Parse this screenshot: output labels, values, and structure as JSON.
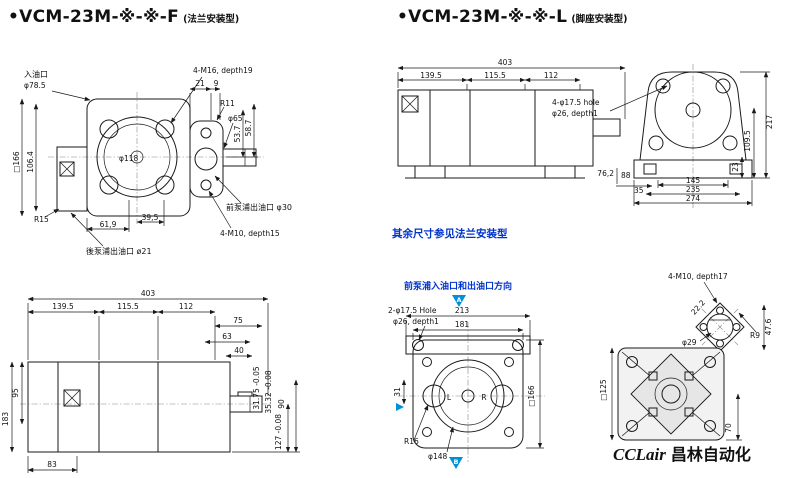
{
  "header": {
    "flange": {
      "title": "•VCM-23M-※-※-F",
      "subtitle": "(法兰安装型)"
    },
    "foot": {
      "title": "•VCM-23M-※-※-L",
      "subtitle": "(脚座安装型)"
    }
  },
  "notes": {
    "foot_ref": "其余尺寸参见法兰安装型",
    "port_dir": "前泵浦入油口和出油口方向"
  },
  "logo": {
    "latin": "CCLair",
    "cjk": "昌林自动化"
  },
  "colors": {
    "line": "#1a1a1a",
    "blue_text": "#0033cc",
    "marker_blue": "#0090d8"
  },
  "d1": {
    "inlet": "入油口",
    "inlet_dia": "φ78.5",
    "bolts_top": "4-M16, depth19",
    "dim21": "21",
    "dim9": "9",
    "r11": "R11",
    "dia65": "φ65",
    "dim537": "53.7",
    "dim587": "58.7",
    "dia118": "φ118",
    "sq166": "□166",
    "dim1064": "106.4",
    "r15": "R15",
    "dim619": "61,9",
    "dim395": "39,5",
    "front_outlet": "前泵浦出油口 φ30",
    "bolts_bottom": "4-M10, depth15",
    "rear_outlet": "後泵浦出油口 ø21"
  },
  "d2": {
    "dim403": "403",
    "dim1395": "139.5",
    "dim1155": "115.5",
    "dim112": "112",
    "holes": "4-φ17.5 hole",
    "holes2": "φ26, depth1",
    "dim217": "217",
    "dim1095": "109.5",
    "dim23": "23",
    "dim145": "145",
    "dim235": "235",
    "dim274": "274",
    "dim762": "76,2",
    "dim88": "88",
    "dim35": "35"
  },
  "d3": {
    "dim403": "403",
    "dim1395": "139.5",
    "dim1155": "115.5",
    "dim112": "112",
    "dim75": "75",
    "dim63": "63",
    "dim40": "40",
    "dim3175": "31.75 -0.05",
    "dim3532": "35.32 -0.08",
    "dim90": "90",
    "dim127": "127 -0.08",
    "dim95": "95",
    "dim183": "183",
    "dim83": "83"
  },
  "d4": {
    "holes": "2-φ17.5 Hole",
    "holes2": "φ26, depth1",
    "dim213": "213",
    "dim181": "181",
    "dim31": "31",
    "r16": "R16",
    "dia148": "φ148",
    "sq166": "□166",
    "marker_a": "A",
    "marker_b": "B",
    "port_l": "L",
    "port_r": "R"
  },
  "d5": {
    "bolts": "4-M10, depth17",
    "dim222": "22.2",
    "dim476": "47.6",
    "dia29": "φ29",
    "r9": "R9",
    "sq125": "□125",
    "dim70": "70"
  }
}
